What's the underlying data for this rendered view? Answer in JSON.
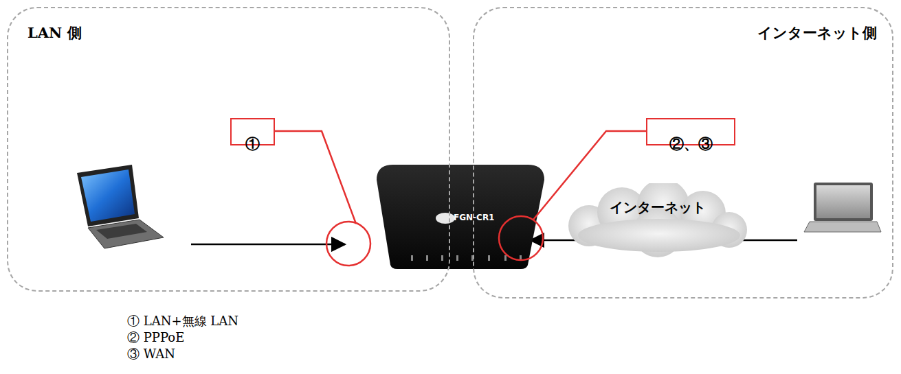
{
  "diagram": {
    "nodes": [
      {
        "text": [
          "LAN 側"
        ]
      },
      {
        "text": [
          "①"
        ],
        "in": 0
      },
      {
        "text": [
          "インターネット側"
        ]
      },
      {
        "text": [
          "②、③"
        ],
        "in": 2
      },
      {
        "text": [
          "インターネット"
        ],
        "in": 2
      }
    ],
    "labels": [
      "FGN-CR1",
      "①  LAN+無線 LAN",
      "②  PPPoE",
      "③  WAN"
    ]
  }
}
